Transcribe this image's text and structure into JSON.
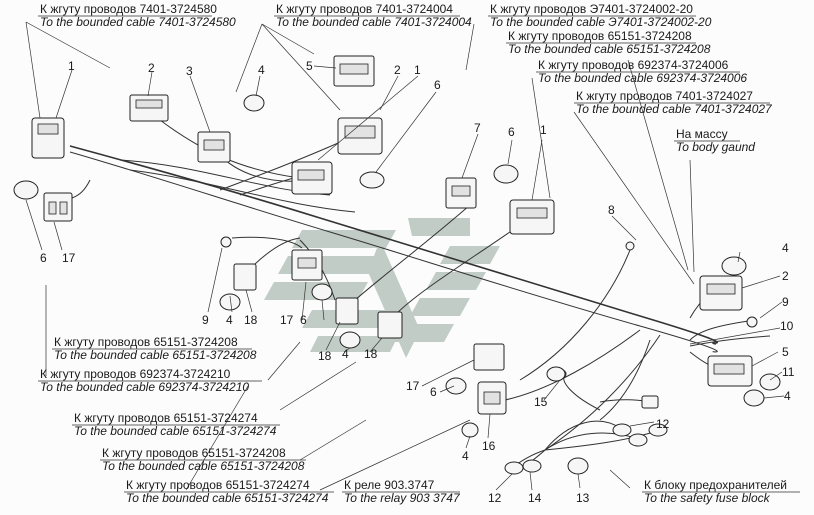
{
  "labels": {
    "top_1": {
      "ru": "К жгуту проводов 7401-3724580",
      "en": "To the bounded cable 7401-3724580"
    },
    "top_2": {
      "ru": "К жгуту проводов 7401-3724004",
      "en": "To the bounded cable 7401-3724004"
    },
    "top_3": {
      "ru": "К жгуту проводов Э7401-3724002-20",
      "en": "To the bounded cable Э7401-3724002-20"
    },
    "top_4": {
      "ru": "К жгуту проводов 65151-3724208",
      "en": "To the bounded cable 65151-3724208"
    },
    "top_5": {
      "ru": "К жгуту проводов 692374-3724006",
      "en": "To the bounded cable 692374-3724006"
    },
    "top_6": {
      "ru": "К жгуту проводов 7401-3724027",
      "en": "To the bounded cable 7401-3724027"
    },
    "ground": {
      "ru": "На массу",
      "en": "To body gaund"
    },
    "left_1": {
      "ru": "К жгуту проводов 65151-3724208",
      "en": "To the bounded cable 65151-3724208"
    },
    "left_2": {
      "ru": "К жгуту проводов 692374-3724210",
      "en": "To the bounded cable 692374-3724210"
    },
    "left_3": {
      "ru": "К жгуту проводов 65151-3724274",
      "en": "To the bounded cable 65151-3724274"
    },
    "left_4": {
      "ru": "К жгуту проводов 65151-3724208",
      "en": "To the bounded cable 65151-3724208"
    },
    "left_5": {
      "ru": "К жгуту проводов 65151-3724274",
      "en": "To the bounded cable 65151-3724274"
    },
    "relay": {
      "ru": "К реле 903.3747",
      "en": "To the relay 903 3747"
    },
    "fuse": {
      "ru": "К блоку предохранителей",
      "en": "To the safety fuse block"
    }
  },
  "callouts": {
    "c1a": "1",
    "c2a": "2",
    "c3": "3",
    "c4a": "4",
    "c5a": "5",
    "c2b": "2",
    "c1b": "1",
    "c6a": "6",
    "c7": "7",
    "c6b": "6",
    "c1c": "1",
    "c8": "8",
    "c6c": "6",
    "c17a": "17",
    "c9a": "9",
    "c4b": "4",
    "c18a": "18",
    "c17b": "17",
    "c6d": "6",
    "c18b": "18",
    "c4c": "4",
    "c18c": "18",
    "c4d": "4",
    "c2c": "2",
    "c9b": "9",
    "c10": "10",
    "c5b": "5",
    "c11": "11",
    "c4e": "4",
    "c17c": "17",
    "c6e": "6",
    "c15": "15",
    "c16": "16",
    "c4f": "4",
    "c12a": "12",
    "c12b": "12",
    "c14": "14",
    "c13": "13"
  },
  "colors": {
    "line": "#333333",
    "watermark": "#b9c4bd"
  }
}
